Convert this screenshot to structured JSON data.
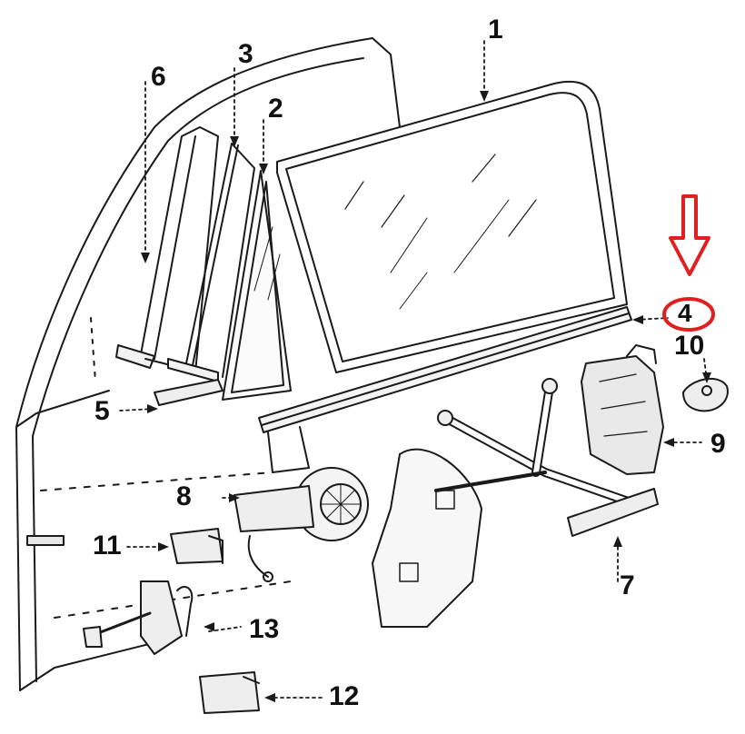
{
  "diagram": {
    "callouts": {
      "c1": "1",
      "c2": "2",
      "c3": "3",
      "c4": "4",
      "c5": "5",
      "c6": "6",
      "c7": "7",
      "c8": "8",
      "c9": "9",
      "c10": "10",
      "c11": "11",
      "c12": "12",
      "c13": "13"
    },
    "highlight": {
      "part": "4",
      "color": "#e02020"
    },
    "line_color": "#1a1a1a"
  }
}
